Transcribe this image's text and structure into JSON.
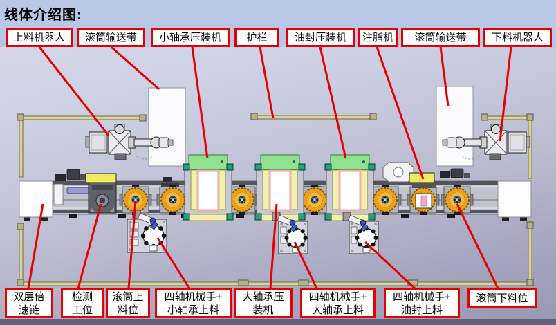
{
  "title": "线体介绍图:",
  "colors": {
    "leader_line_red": "#e60000",
    "label_border": "#e60000",
    "label_bg": "#ffffff",
    "plus_sign_blue": "#4a6fc0",
    "press_top_green": "#90e290",
    "turntable_orange": "#eda016",
    "guardrail_beige": "#d8d4a2",
    "machine_yellow": "#eeec5e"
  },
  "top_labels": [
    {
      "text": "上料机器人"
    },
    {
      "text": "滚筒输送带"
    },
    {
      "text": "小轴承压装机"
    },
    {
      "text": "护栏"
    },
    {
      "text": "油封压装机"
    },
    {
      "text": "注脂机"
    },
    {
      "text": "滚筒输送带"
    },
    {
      "text": "下料机器人"
    }
  ],
  "bottom_labels": [
    {
      "line1": "双层倍",
      "line2": "速链"
    },
    {
      "line1": "检测",
      "line2": "工位"
    },
    {
      "line1": "滚筒上",
      "line2": "料位"
    },
    {
      "line1": "四轴机械手",
      "plus": "+",
      "line2": "小轴承上料"
    },
    {
      "line1": "大轴承压",
      "line2": "装机"
    },
    {
      "line1": "四轴机械手",
      "plus": "+",
      "line2": "大轴承上料"
    },
    {
      "line1": "四轴机械手",
      "plus": "+",
      "line2": "油封上料"
    },
    {
      "line1": "滚筒下料位"
    }
  ],
  "diagram_components": [
    "loading-robot",
    "roller-conveyor-left",
    "small-bearing-press",
    "guardrail",
    "oil-seal-press",
    "grease-machine",
    "roller-conveyor-right",
    "unloading-robot",
    "double-speed-chain",
    "inspection-station",
    "roller-loading-position",
    "scara-small-bearing-feed",
    "large-bearing-press",
    "scara-large-bearing-feed",
    "scara-oil-seal-feed",
    "roller-unloading-position"
  ]
}
